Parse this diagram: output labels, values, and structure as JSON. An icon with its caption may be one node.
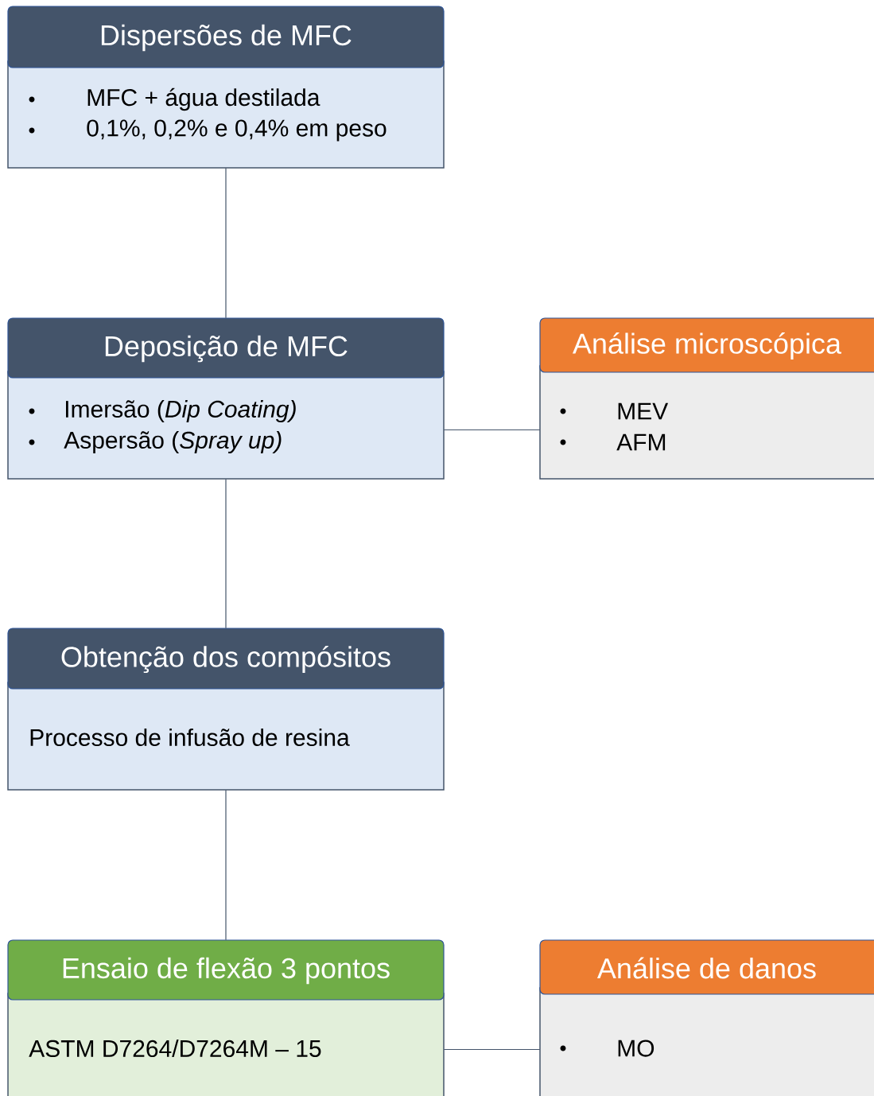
{
  "diagram": {
    "nodes": [
      {
        "text": [
          "Dispersões de MFC",
          "MFC + água destilada",
          "0,1%, 0,2% e 0,4% em peso"
        ]
      },
      {
        "text": [
          "Deposição de MFC",
          "Imersão (*Dip Coating)*",
          "Aspersão (*Spray up)*"
        ]
      },
      {
        "text": [
          "Obtenção dos compósitos",
          "Processo de infusão de resina"
        ]
      },
      {
        "text": [
          "Ensaio de flexão 3 pontos",
          "ASTM D7264/D7264M – 15"
        ]
      },
      {
        "text": [
          "Análise microscópica",
          "MEV",
          "AFM"
        ]
      },
      {
        "text": [
          "Análise de danos",
          "MO"
        ]
      }
    ],
    "edges": [
      {
        "from": 0,
        "to": 1,
        "arrow": "none"
      },
      {
        "from": 1,
        "to": 2,
        "arrow": "none"
      },
      {
        "from": 2,
        "to": 3,
        "arrow": "none"
      },
      {
        "from": 1,
        "to": 4,
        "arrow": "none"
      },
      {
        "from": 3,
        "to": 5,
        "arrow": "none"
      }
    ]
  }
}
